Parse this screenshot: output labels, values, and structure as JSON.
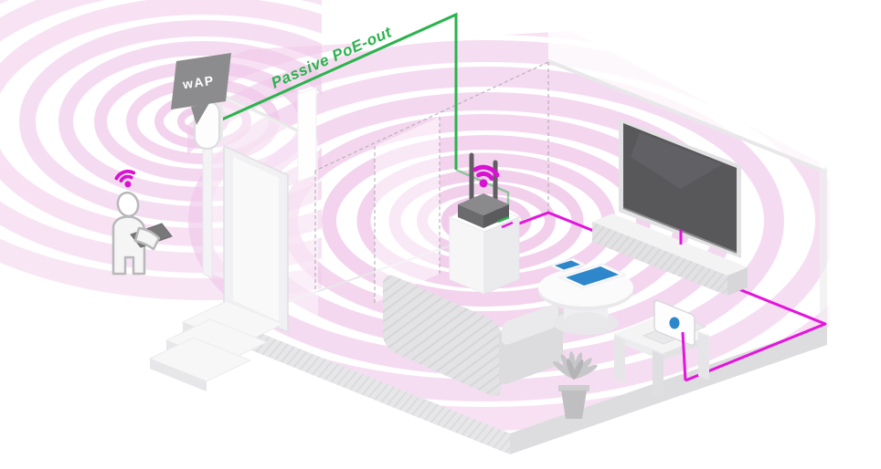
{
  "labels": {
    "wap_device": "wAP",
    "poe_cable": "Passive PoE-out"
  },
  "colors": {
    "cable_green": "#2bb34d",
    "cable_magenta": "#e414dc",
    "wifi_magenta": "#d912d2",
    "ring_pink": "#f0c8e9",
    "bubble_gray": "#8c8c8e",
    "screen_blue": "#2e87ca",
    "tv_screen": "#58585b"
  },
  "icons": [
    {
      "name": "wap-access-point-icon"
    },
    {
      "name": "wifi-signal-icon"
    },
    {
      "name": "router-icon"
    },
    {
      "name": "tv-icon"
    },
    {
      "name": "laptop-icon"
    },
    {
      "name": "tablet-icon"
    },
    {
      "name": "smartphone-icon"
    },
    {
      "name": "person-icon"
    },
    {
      "name": "speech-bubble-icon"
    }
  ],
  "connections": [
    {
      "id": "poe",
      "from": "wAP",
      "to": "router",
      "color": "#2bb34d",
      "label": "Passive PoE-out"
    },
    {
      "id": "lan-tv",
      "from": "router",
      "to": "tv",
      "color": "#e414dc"
    },
    {
      "id": "lan-laptop",
      "from": "router",
      "to": "laptop",
      "color": "#e414dc"
    }
  ]
}
